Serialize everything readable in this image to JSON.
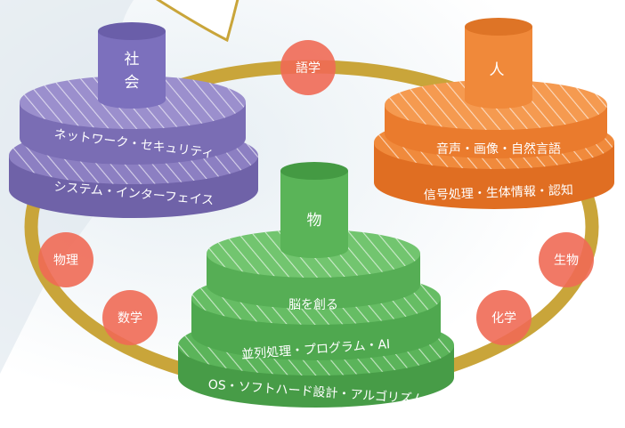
{
  "groups": {
    "society": {
      "title_line1": "社",
      "title_line2": "会",
      "tier1": "ネットワーク・セキュリティ",
      "tier2": "システム・インターフェイス",
      "color": "#8c7fc2"
    },
    "human": {
      "title": "人",
      "tier1": "音声・画像・自然言語",
      "tier2": "信号処理・生体情報・認知",
      "color": "#f08a3c"
    },
    "matter": {
      "title": "物",
      "tier1": "脳を創る",
      "tier2": "並列処理・プログラム・AI",
      "tier3": "OS・ソフトハード設計・アルゴリズム",
      "color": "#5bb45a"
    }
  },
  "disciplines": {
    "linguistics": "語学",
    "physics": "物理",
    "mathematics": "数学",
    "biology": "生物",
    "chemistry": "化学"
  },
  "colors": {
    "ring": "#c9a53a",
    "discipline_circle": "#f06a55"
  }
}
